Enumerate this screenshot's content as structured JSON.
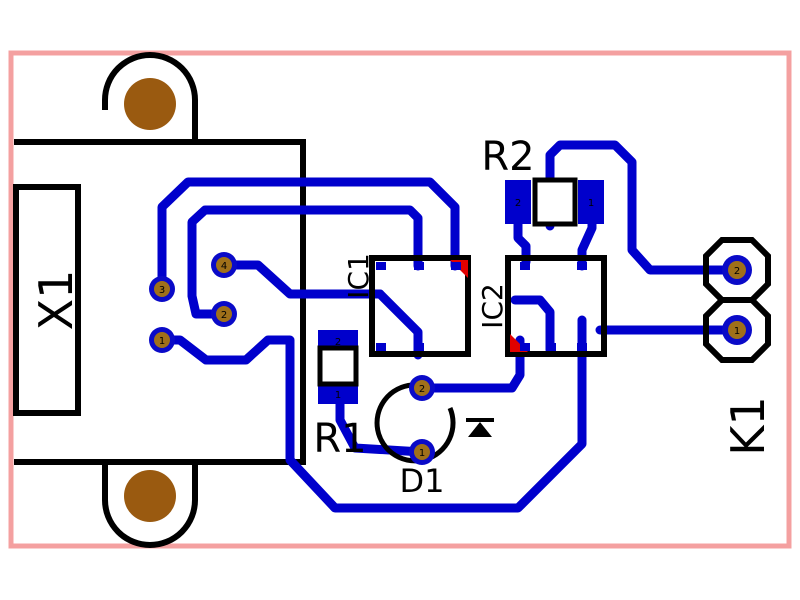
{
  "labels": {
    "x1": "X1",
    "r2": "R2",
    "r1": "R1",
    "ic1": "IC1",
    "ic2": "IC2",
    "d1": "D1",
    "k1": "K1"
  },
  "pins": {
    "x1": [
      "4",
      "3",
      "2",
      "1"
    ],
    "k1": [
      "2",
      "1"
    ],
    "r2": [
      "2",
      "1"
    ],
    "r1": [
      "2",
      "1"
    ],
    "d1": [
      "2",
      "1"
    ]
  },
  "colors": {
    "board_outline": "#f4a0a0",
    "trace": "#0000cc",
    "pad": "#0a0ac8",
    "pad_center": "#a0701a",
    "mount_hole": "#9a5a10",
    "outline": "#000000",
    "pin1_marker": "#e00000"
  }
}
